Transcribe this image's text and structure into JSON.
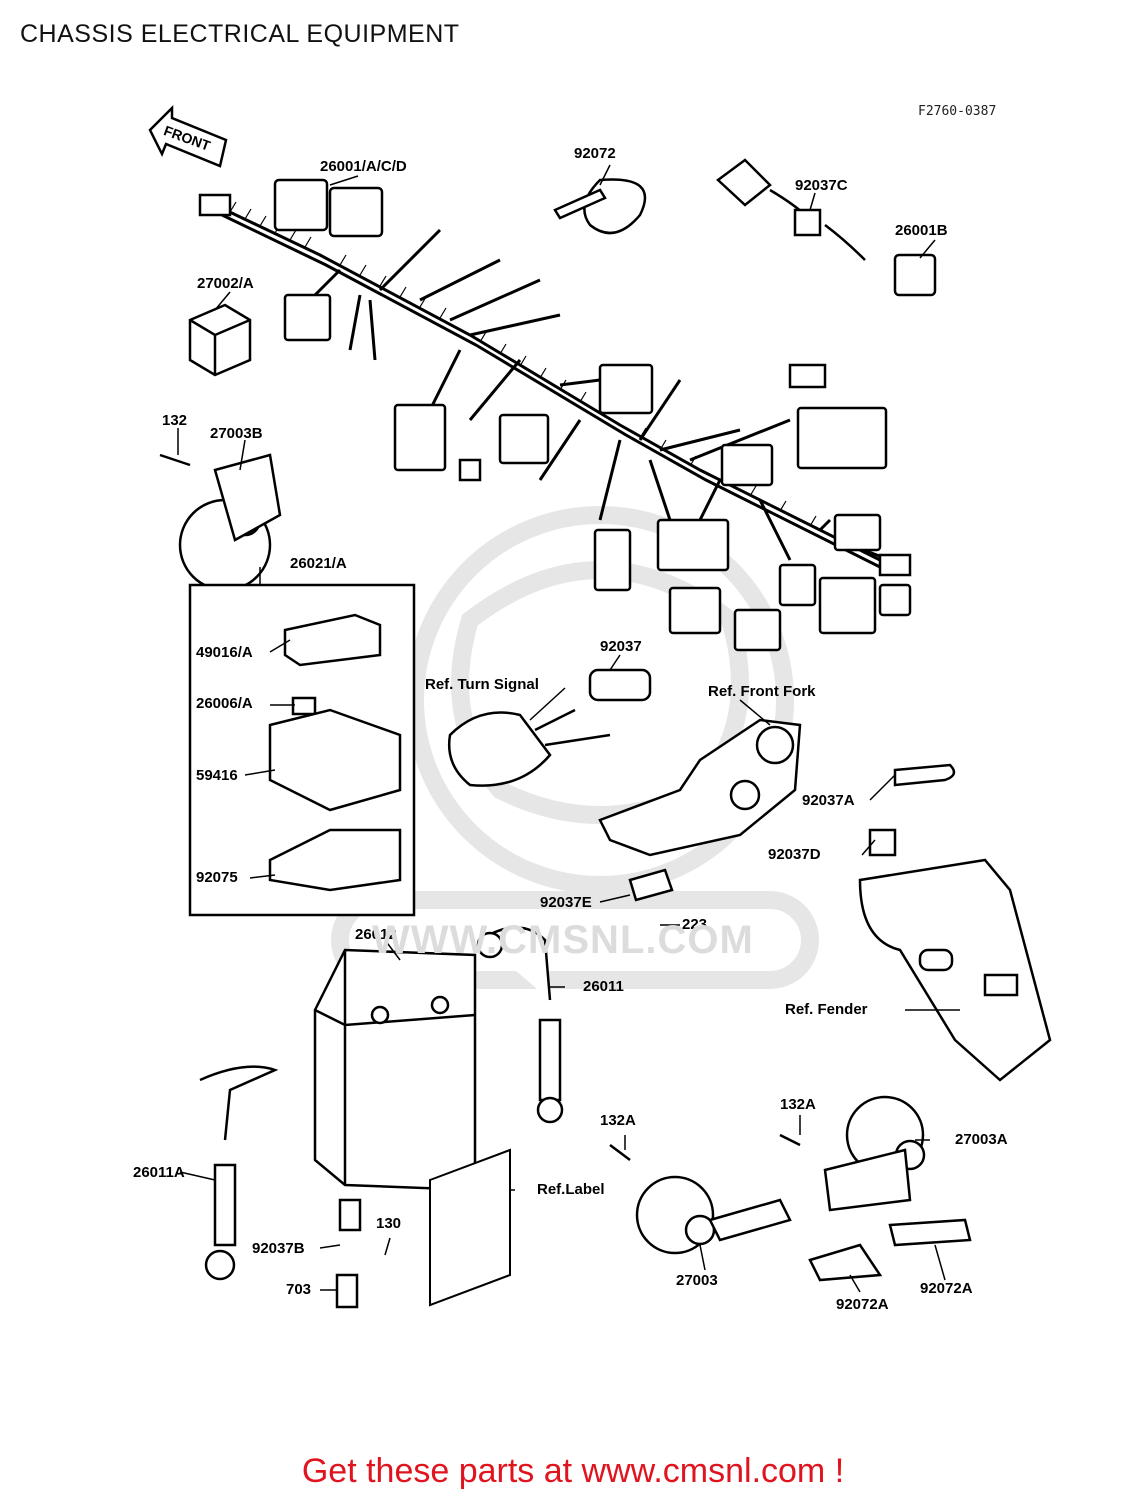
{
  "page": {
    "title": "CHASSIS ELECTRICAL EQUIPMENT",
    "diagram_code": "F2760-0387",
    "front_arrow": "FRONT",
    "footer_cta": "Get these parts at www.cmsnl.com !"
  },
  "watermark": {
    "text": "WWW.CMSNL.COM"
  },
  "parts": {
    "p26001": "26001/A/C/D",
    "p92072": "92072",
    "p92037C": "92037C",
    "p26001B": "26001B",
    "p27002": "27002/A",
    "p132": "132",
    "p27003B": "27003B",
    "p26021": "26021/A",
    "p49016": "49016/A",
    "p26006": "26006/A",
    "p59416": "59416",
    "p92075": "92075",
    "p92037": "92037",
    "p92037A": "92037A",
    "p92037D": "92037D",
    "p92037E": "92037E",
    "p223": "223",
    "p26012": "26012",
    "p26011": "26011",
    "p26011A": "26011A",
    "p92037B": "92037B",
    "p130": "130",
    "p703": "703",
    "p132A_1": "132A",
    "p132A_2": "132A",
    "p27003A": "27003A",
    "p27003": "27003",
    "p92072A_1": "92072A",
    "p92072A_2": "92072A"
  },
  "refs": {
    "turn_signal": "Ref. Turn Signal",
    "front_fork": "Ref. Front Fork",
    "fender": "Ref. Fender",
    "label": "Ref.Label"
  }
}
